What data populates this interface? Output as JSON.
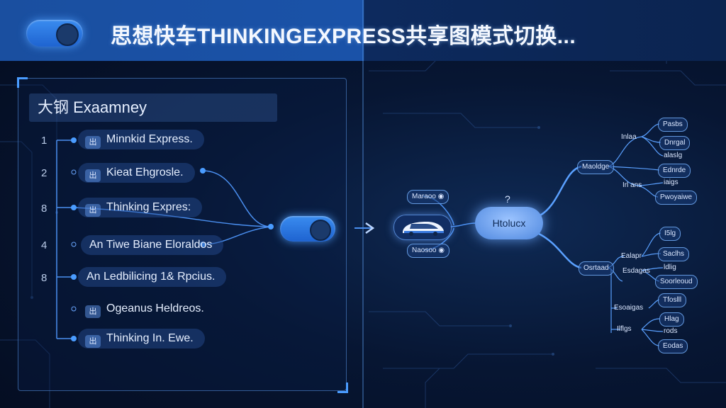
{
  "header": {
    "title": "思想快车THINKINGEXPRESS共享图模式切换..."
  },
  "outline": {
    "heading": "大钢 Exaamney",
    "numbers": [
      "1",
      "2",
      "8",
      "4",
      "8"
    ],
    "items": [
      {
        "label": "Minnkid Express.",
        "icon": "出"
      },
      {
        "label": "Kieat Ehgrosle.",
        "icon": "出"
      },
      {
        "label": "Thinking Expres:",
        "icon": "出"
      },
      {
        "label": "An Tiwe Biane Eloraldos",
        "icon": ""
      },
      {
        "label": "An Ledbilicing 1& Rpcius.",
        "icon": ""
      },
      {
        "label": "Ogeanus Heldreos.",
        "icon": "出"
      },
      {
        "label": "Thinking In. Ewe.",
        "icon": "出"
      }
    ]
  },
  "mindmap": {
    "center": "Htolucx",
    "center_mark": "?",
    "left_nodes": [
      "Maraoo",
      "Naosoo"
    ],
    "branch_top": "Maoldge",
    "branch_top_label": "Inlaa",
    "branch_top_label2": "Irl ans",
    "branch_bottom": "Osrtaad",
    "branch_bottom_label": "Ealapr",
    "branch_bottom_label2": "Esdagas",
    "branch_bottom_label3": "Esoaigas",
    "branch_bottom_label4": "Ilflgs",
    "leaves_top": [
      "Pasbs",
      "Dnrgal",
      "alaslg",
      "Ednrde",
      "iaigs",
      "Pwoyaiwe"
    ],
    "leaves_bottom": [
      "I5lg",
      "Saclhs",
      "ldlig",
      "Soorleoud",
      "Tfoslll",
      "Hlag",
      "rods",
      "Eodas"
    ]
  }
}
